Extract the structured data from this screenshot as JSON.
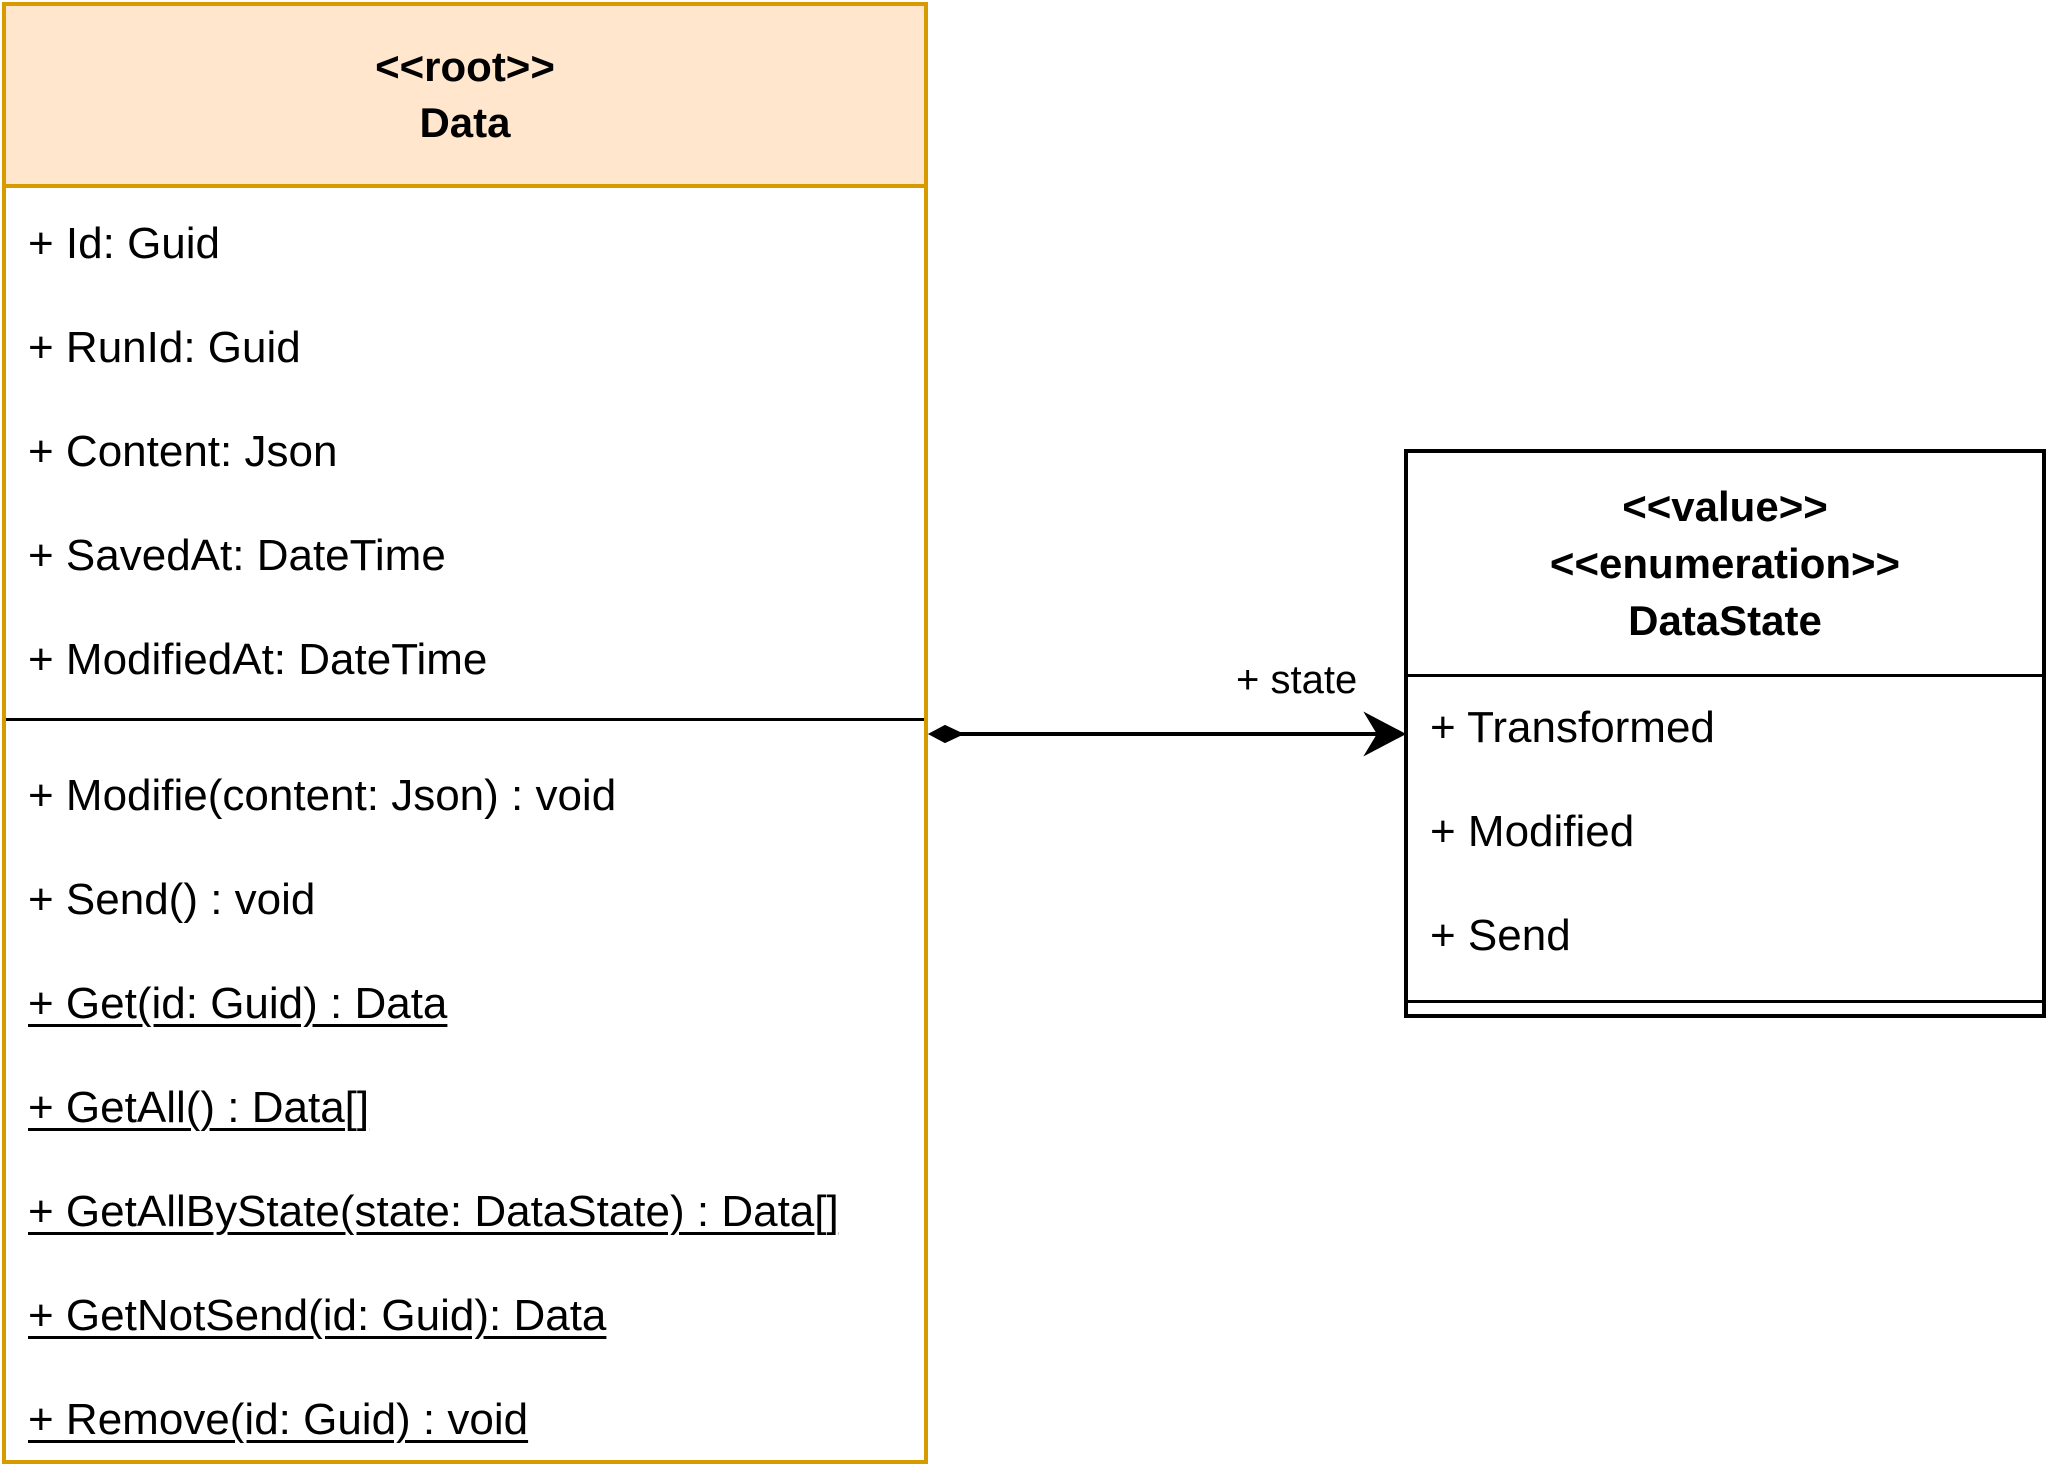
{
  "classes": {
    "data": {
      "stereotype": "<<root>>",
      "name": "Data",
      "attributes": [
        "+ Id: Guid",
        "+ RunId: Guid",
        "+ Content: Json",
        "+ SavedAt: DateTime",
        "+ ModifiedAt: DateTime"
      ],
      "operations": [
        "+ Modifie(content: Json) : void",
        "+ Send() : void",
        "+ Get(id: Guid) : Data",
        "+ GetAll() : Data[]",
        "+ GetAllByState(state: DataState) : Data[]",
        "+ GetNotSend(id: Guid): Data",
        "+ Remove(id: Guid) : void"
      ],
      "border_color": "#d79b00",
      "header_fill": "#ffe6cc"
    },
    "data_state": {
      "stereotypes": [
        "<<value>>",
        "<<enumeration>>"
      ],
      "name": "DataState",
      "literals": [
        "+ Transformed",
        "+ Modified",
        "+ Send"
      ],
      "border_color": "#000000"
    }
  },
  "association": {
    "label": "+ state",
    "kind": "composition",
    "source": "Data",
    "target": "DataState"
  }
}
